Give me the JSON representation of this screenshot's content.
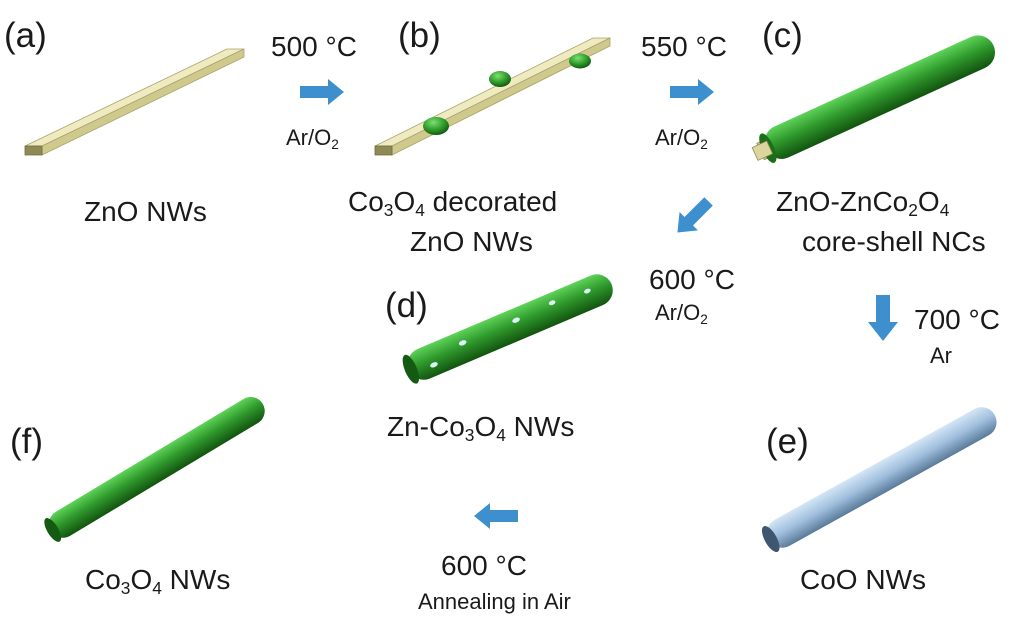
{
  "colors": {
    "zno": "#cfc98e",
    "co3o4": "#2f9a2c",
    "coo": "#9fbedd",
    "arrow": "#3d8fce",
    "text": "#1a1a1a"
  },
  "panels": {
    "a": {
      "letter": "(a)",
      "caption": "ZnO NWs"
    },
    "b": {
      "letter": "(b)",
      "caption_line1": {
        "pre": "Co",
        "s1": "3",
        "mid": "O",
        "s2": "4",
        "post": " decorated"
      },
      "caption_line2": "ZnO NWs"
    },
    "c": {
      "letter": "(c)",
      "caption_line1": {
        "pre": "ZnO-ZnCo",
        "s1": "2",
        "mid": "O",
        "s2": "4"
      },
      "caption_line2": "core-shell NCs"
    },
    "d": {
      "letter": "(d)",
      "caption": {
        "pre": "Zn-Co",
        "s1": "3",
        "mid": "O",
        "s2": "4",
        "post": " NWs"
      }
    },
    "e": {
      "letter": "(e)",
      "caption": "CoO NWs"
    },
    "f": {
      "letter": "(f)",
      "caption": {
        "pre": "Co",
        "s1": "3",
        "mid": "O",
        "s2": "4",
        "post": " NWs"
      }
    }
  },
  "steps": {
    "a_to_b": {
      "temp": "500 °C",
      "gas_pre": "Ar/O",
      "gas_sub": "2",
      "arrow_icon": "arrow-right-icon"
    },
    "b_to_c": {
      "temp": "550 °C",
      "gas_pre": "Ar/O",
      "gas_sub": "2",
      "arrow_icon": "arrow-right-icon"
    },
    "c_to_d": {
      "temp": "600 °C",
      "gas_pre": "Ar/O",
      "gas_sub": "2",
      "arrow_icon": "arrow-down-left-icon"
    },
    "c_to_e": {
      "temp": "700 °C",
      "gas": "Ar",
      "arrow_icon": "arrow-down-icon"
    },
    "e_to_f": {
      "temp": "600 °C",
      "gas": "Annealing in Air",
      "arrow_icon": "arrow-left-icon"
    }
  }
}
